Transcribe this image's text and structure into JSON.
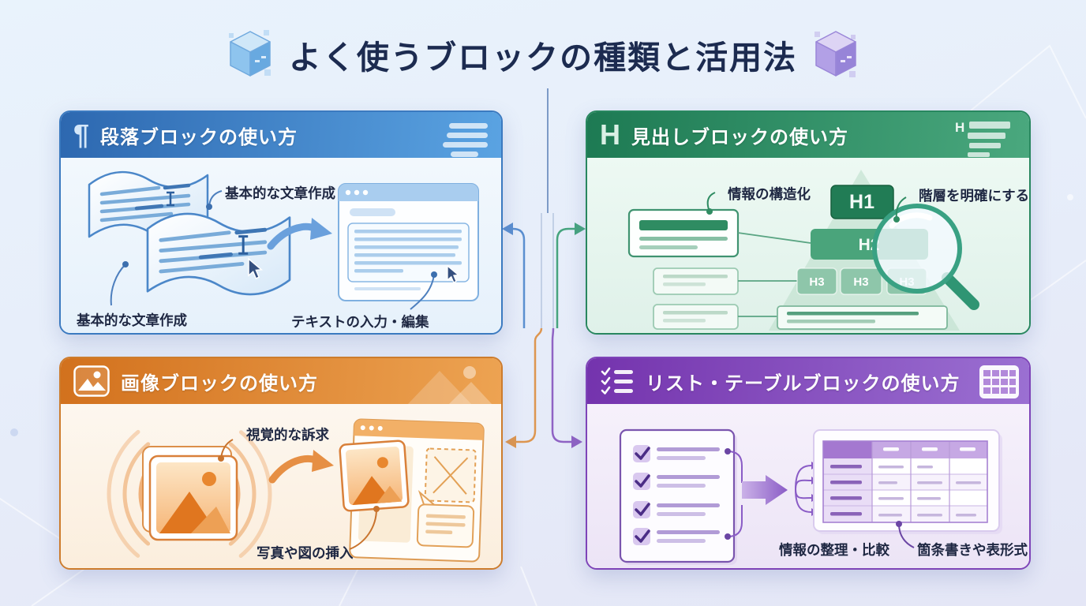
{
  "title": {
    "text": "よく使うブロックの種類と活用法"
  },
  "colors": {
    "background_top": "#e9f3fc",
    "background_bottom": "#e4e6f6",
    "title_text": "#1c2b50",
    "label_text": "#1e2742",
    "paragraph_accent": "#3b7ac0",
    "heading_accent": "#28875f",
    "image_accent": "#cd7c2d",
    "list_table_accent": "#7e44b8"
  },
  "panels": {
    "paragraph": {
      "header": "段落ブロックの使い方",
      "icon_glyph": "¶",
      "labels": {
        "basic_writing_top": "基本的な文章作成",
        "basic_writing_bottom": "基本的な文章作成",
        "text_edit": "テキストの入力・編集"
      }
    },
    "heading": {
      "header": "見出しブロックの使い方",
      "icon_glyph": "H",
      "deco_glyph": "H",
      "labels": {
        "structure": "情報の構造化",
        "hierarchy": "階層を明確にする"
      },
      "pyramid": {
        "h1": "H1",
        "h2": "H2",
        "h3a": "H3",
        "h3b": "H3",
        "h3c": "H3"
      }
    },
    "image": {
      "header": "画像ブロックの使い方",
      "labels": {
        "visual_appeal": "視覚的な訴求",
        "insert_photo": "写真や図の挿入"
      }
    },
    "list_table": {
      "header": "リスト・テーブルブロックの使い方",
      "labels": {
        "organize": "情報の整理・比較",
        "bullet_table": "箇条書きや表形式"
      }
    }
  }
}
